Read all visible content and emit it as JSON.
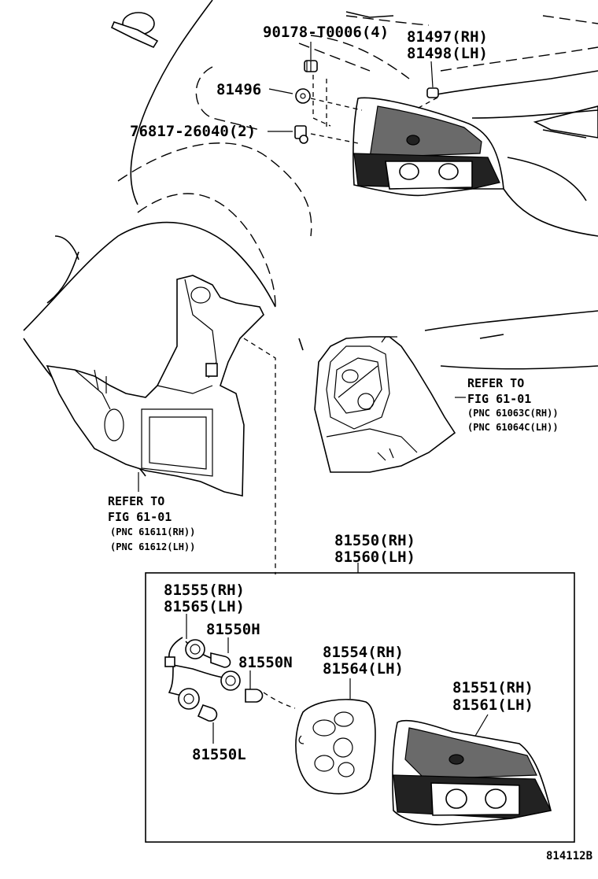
{
  "labels": {
    "screw": "90178-T0006(4)",
    "lamp_rh": "81497(RH)",
    "lamp_lh": "81498(LH)",
    "nut": "81496",
    "clip": "76817-26040(2)",
    "refer_upper_1": "REFER TO",
    "refer_upper_2": "FIG 61-01",
    "refer_upper_3": "(PNC 61063C(RH))",
    "refer_upper_4": "(PNC 61064C(LH))",
    "refer_lower_1": "REFER TO",
    "refer_lower_2": "FIG 61-01",
    "refer_lower_3": "(PNC 61611(RH))",
    "refer_lower_4": "(PNC 61612(LH))",
    "assy_rh": "81550(RH)",
    "assy_lh": "81560(LH)",
    "socket_rh": "81555(RH)",
    "socket_lh": "81565(LH)",
    "bulb_h": "81550H",
    "bulb_n": "81550N",
    "bulb_l": "81550L",
    "gasket_rh": "81554(RH)",
    "gasket_lh": "81564(LH)",
    "lens_rh": "81551(RH)",
    "lens_lh": "81561(LH)",
    "diagram_code": "814112B"
  }
}
